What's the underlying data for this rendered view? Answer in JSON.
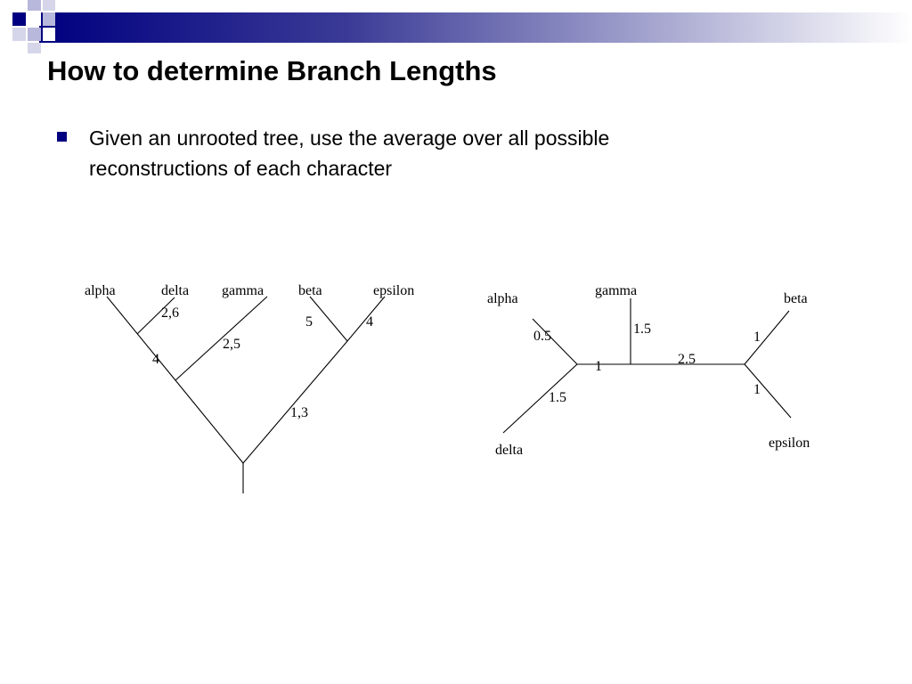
{
  "slide": {
    "title": "How to determine Branch Lengths",
    "bullet": "Given an unrooted tree, use the average over all possible reconstructions of each character",
    "colors": {
      "accent": "#000080",
      "band_fade": "#ffffff",
      "text": "#000000"
    },
    "bullet_marker_icon": "square-bullet-icon"
  },
  "rooted_tree": {
    "leaves": [
      "alpha",
      "delta",
      "gamma",
      "beta",
      "epsilon"
    ],
    "branch_labels": {
      "delta": "2,6",
      "alpha_delta_to_gamma": "4",
      "gamma": "2,5",
      "beta": "5",
      "epsilon": "4",
      "beta_epsilon_to_root": "1,3"
    }
  },
  "unrooted_tree": {
    "leaves": [
      "alpha",
      "gamma",
      "beta",
      "delta",
      "epsilon"
    ],
    "branch_labels": {
      "alpha": "0.5",
      "delta": "1.5",
      "left_internal": "1",
      "gamma": "1.5",
      "center_internal": "2.5",
      "beta": "1",
      "epsilon": "1"
    }
  }
}
